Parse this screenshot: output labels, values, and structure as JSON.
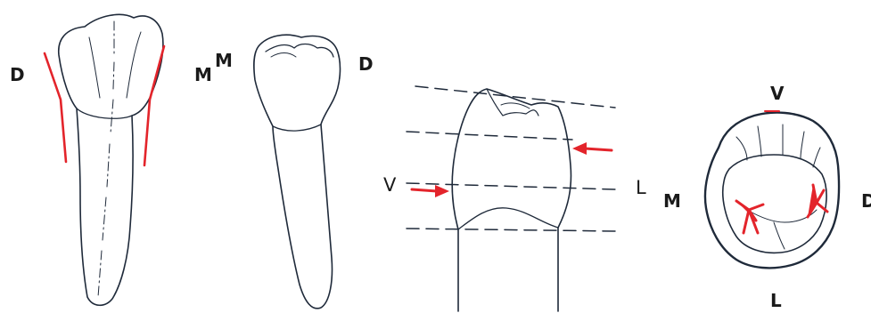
{
  "views": [
    {
      "id": "buccal-view",
      "labels": {
        "left": "D"
      }
    },
    {
      "id": "proximal-view",
      "labels": {
        "left_outer": "M",
        "left_inner": "M",
        "right": "D"
      }
    },
    {
      "id": "crown-section-view",
      "labels": {
        "left": "V",
        "right": "L"
      }
    },
    {
      "id": "occlusal-view",
      "labels": {
        "top": "V",
        "left": "M",
        "right": "D",
        "bottom": "L"
      }
    }
  ],
  "colors": {
    "outline": "#1f2a3a",
    "highlight": "#e3242b",
    "label": "#1a1a1a"
  }
}
